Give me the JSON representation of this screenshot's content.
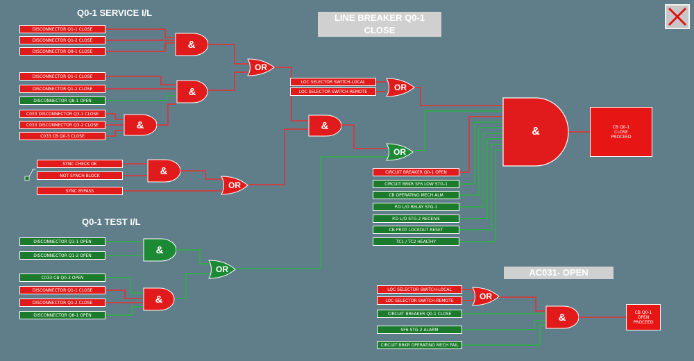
{
  "headers": {
    "service": "Q0-1 SERVICE I/L",
    "test": "Q0-1 TEST I/L"
  },
  "banners": {
    "close": "LINE BREAKER Q0-1  CLOSE",
    "open": "AC031- OPEN"
  },
  "signals": {
    "s1": "DISCONNECTOR Q1-1 CLOSE",
    "s2": "DISCONNECTOR Q1-2 CLOSE",
    "s3": "DISCONNECTOR Q8-1 CLOSE",
    "s4": "DISCONNECTOR Q1-1 CLOSE",
    "s5": "DISCONNECTOR Q1-2 CLOSE",
    "s6": "DISCONNECTOR Q8-1 OPEN",
    "s7": "C033 DISCONNECTOR Q3-1 CLOSE",
    "s8": "C033 DISCONNECTOR Q3-2 CLOSE",
    "s9": "C033 CB Q0-3 CLOSE",
    "s10": "SYNC CHECK OK",
    "s11": "NOT SYNCH BLOCK",
    "s12": "SYNC BYPASS",
    "l1": "LOC SELECTOR SWITCH-LOCAL",
    "l2": "LOC SELECTOR SWITCH-REMOTE",
    "c1": "CIRCUIT BREAKER Q0-1 OPEN",
    "c2": "CIRCUIT BRKR SF6 LOW STG-1",
    "c3": "CB OPERATING MECH ALM",
    "c4": "P.D L/O RELAY STG-1",
    "c5": "P.D L/O STG-2 RECEIVE",
    "c6": "CB PROT LOCKOUT RESET",
    "c7": "TC1 / TC2 HEALTHY",
    "t1": "DISCONNECTOR Q1-1 OPEN",
    "t2": "DISCONNECTOR Q1-2 OPEN",
    "t3": "C033 CB Q0-3 OPEN",
    "t4": "DISCONNECTOR Q1-1 CLOSE",
    "t5": "DISCONNECTOR Q1-2 CLOSE",
    "t6": "DISCONNECTOR Q8-1 OPEN",
    "o1": "LOC SELECTOR SWITCH-LOCAL",
    "o2": "LOC SELECTOR SWITCH-REMOTE",
    "o3": "CIRCUIT BREAKER Q0-1 CLOSE",
    "o4": "SF6 STG-2 ALARM",
    "o5": "CIRCUIT BRKR OPERATING MECH FAIL"
  },
  "gates": {
    "and_symbol": "&",
    "or_symbol": "OR"
  },
  "outputs": {
    "close": {
      "l1": "CB Q0-1",
      "l2": "CLOSE",
      "l3": "PROCEED"
    },
    "open": {
      "l1": "CB Q0-1",
      "l2": "OPEN",
      "l3": "PROCEED"
    }
  },
  "colors": {
    "background": "#5f7e8a",
    "active_red": "#e11b1b",
    "healthy_green": "#1c7a2c",
    "banner_gray": "#d0d0d0"
  },
  "icons": {
    "close_button": "close-x-icon"
  }
}
